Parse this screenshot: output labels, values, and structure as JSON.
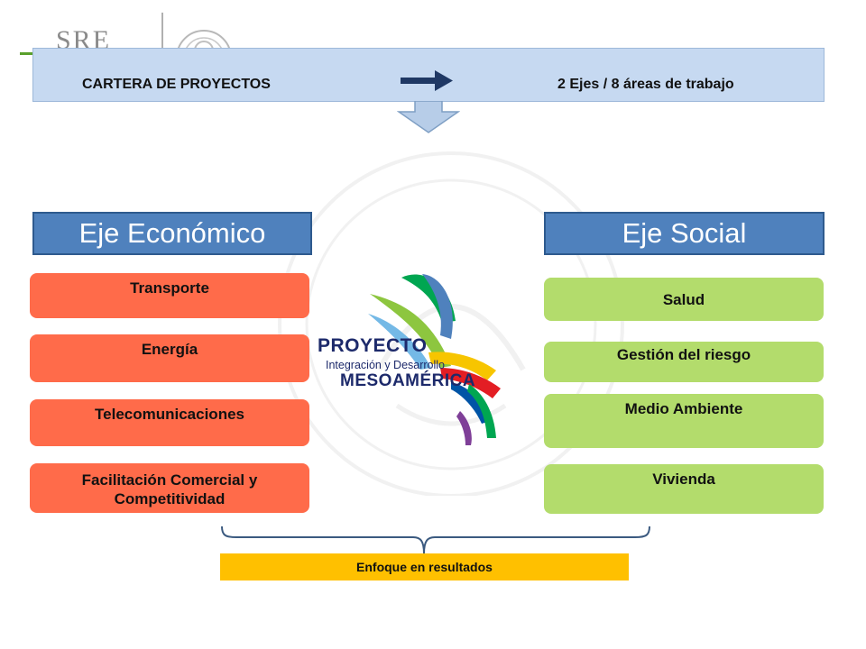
{
  "header": {
    "org_logo": "SRE",
    "left_text": "CARTERA DE PROYECTOS",
    "right_text": "2 Ejes / 8 áreas de trabajo"
  },
  "eje_economico": {
    "title": "Eje Económico",
    "items": [
      {
        "label": "Transporte"
      },
      {
        "label": "Energía"
      },
      {
        "label": "Telecomunicaciones"
      },
      {
        "label": "Facilitación Comercial y Competitividad"
      }
    ]
  },
  "eje_social": {
    "title": "Eje Social",
    "items": [
      {
        "label": "Salud"
      },
      {
        "label": "Gestión del riesgo"
      },
      {
        "label": "Medio Ambiente"
      },
      {
        "label": "Vivienda"
      }
    ]
  },
  "center_logo": {
    "title": "PROYECTO",
    "subtitle": "Integración y Desarrollo",
    "name": "MESOAMÉRICA"
  },
  "footer": {
    "label": "Enfoque en resultados"
  },
  "colors": {
    "header_bar": "#c6d9f1",
    "eje_header": "#4f81bd",
    "economic_item": "#ff6b4a",
    "social_item": "#b3dc6c",
    "footer_bar": "#ffc000",
    "arrow_dark": "#1f3864"
  }
}
